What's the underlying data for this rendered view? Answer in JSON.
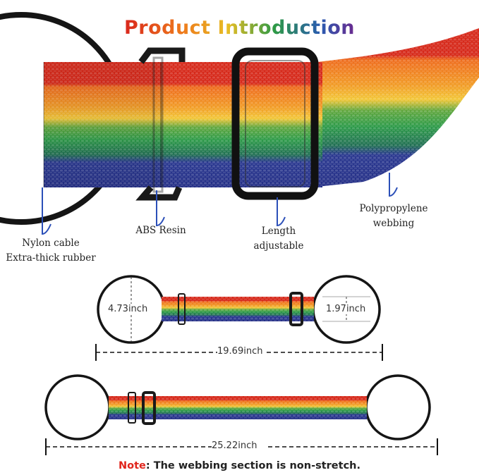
{
  "title": "Product Introduction",
  "labels": {
    "nylon_line1": "Nylon cable",
    "nylon_line2": "Extra-thick rubber",
    "abs": "ABS Resin",
    "length_line1": "Length",
    "length_line2": "adjustable",
    "poly_line1": "Polypropylene",
    "poly_line2": "webbing"
  },
  "dimensions": {
    "ring_diameter": "4.73inch",
    "strap_width": "1.97inch",
    "min_length": "19.69inch",
    "max_length": "25.22inch"
  },
  "note": {
    "prefix": "Note",
    "text": ": The webbing section is non-stretch."
  },
  "colors": {
    "rainbow": [
      "#d62718",
      "#ef7c1a",
      "#f3c232",
      "#2e9a45",
      "#1f6e52",
      "#24328f"
    ],
    "annotation_line": "#2b4fb8",
    "note_accent": "#e0241b"
  }
}
